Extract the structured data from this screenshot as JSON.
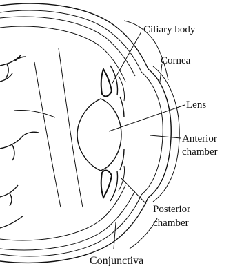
{
  "labels": {
    "ciliary_body": "Ciliary body",
    "cornea": "Cornea",
    "lens": "Lens",
    "anterior_chamber_line1": "Anterior",
    "anterior_chamber_line2": "chamber",
    "posterior_chamber_line1": "Posterior",
    "posterior_chamber_line2": "chamber",
    "conjunctiva": "Conjunctiva"
  }
}
